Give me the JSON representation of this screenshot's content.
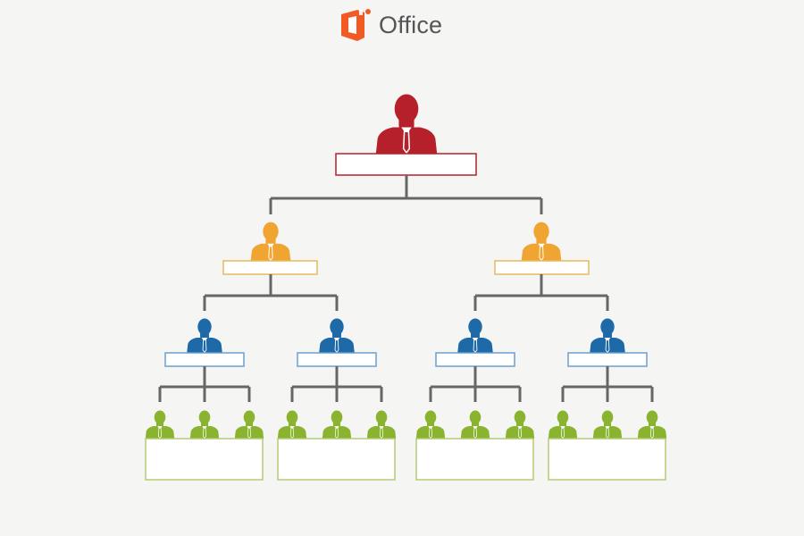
{
  "brand": {
    "name": "Office",
    "accent": "#f15a24",
    "logo_icon": "office-logo-icon"
  },
  "colors": {
    "connector": "#666666",
    "ceo": "#b5202b",
    "manager": "#f0a431",
    "lead": "#1e6aa8",
    "staff": "#8ab32f",
    "box_fill": "#ffffff",
    "ceo_box_border": "#b5202b",
    "manager_box_border": "#e8b95a",
    "lead_box_border": "#6aa0d0",
    "staff_box_border": "#b3cc74"
  },
  "org_chart": {
    "levels": [
      "ceo",
      "manager",
      "lead",
      "staff"
    ],
    "root": {
      "role": "ceo",
      "label": "",
      "children": [
        {
          "role": "manager",
          "label": "",
          "children": [
            {
              "role": "lead",
              "label": "",
              "staff_count": 3,
              "staff_label": ""
            },
            {
              "role": "lead",
              "label": "",
              "staff_count": 3,
              "staff_label": ""
            }
          ]
        },
        {
          "role": "manager",
          "label": "",
          "children": [
            {
              "role": "lead",
              "label": "",
              "staff_count": 3,
              "staff_label": ""
            },
            {
              "role": "lead",
              "label": "",
              "staff_count": 3,
              "staff_label": ""
            }
          ]
        }
      ]
    }
  }
}
